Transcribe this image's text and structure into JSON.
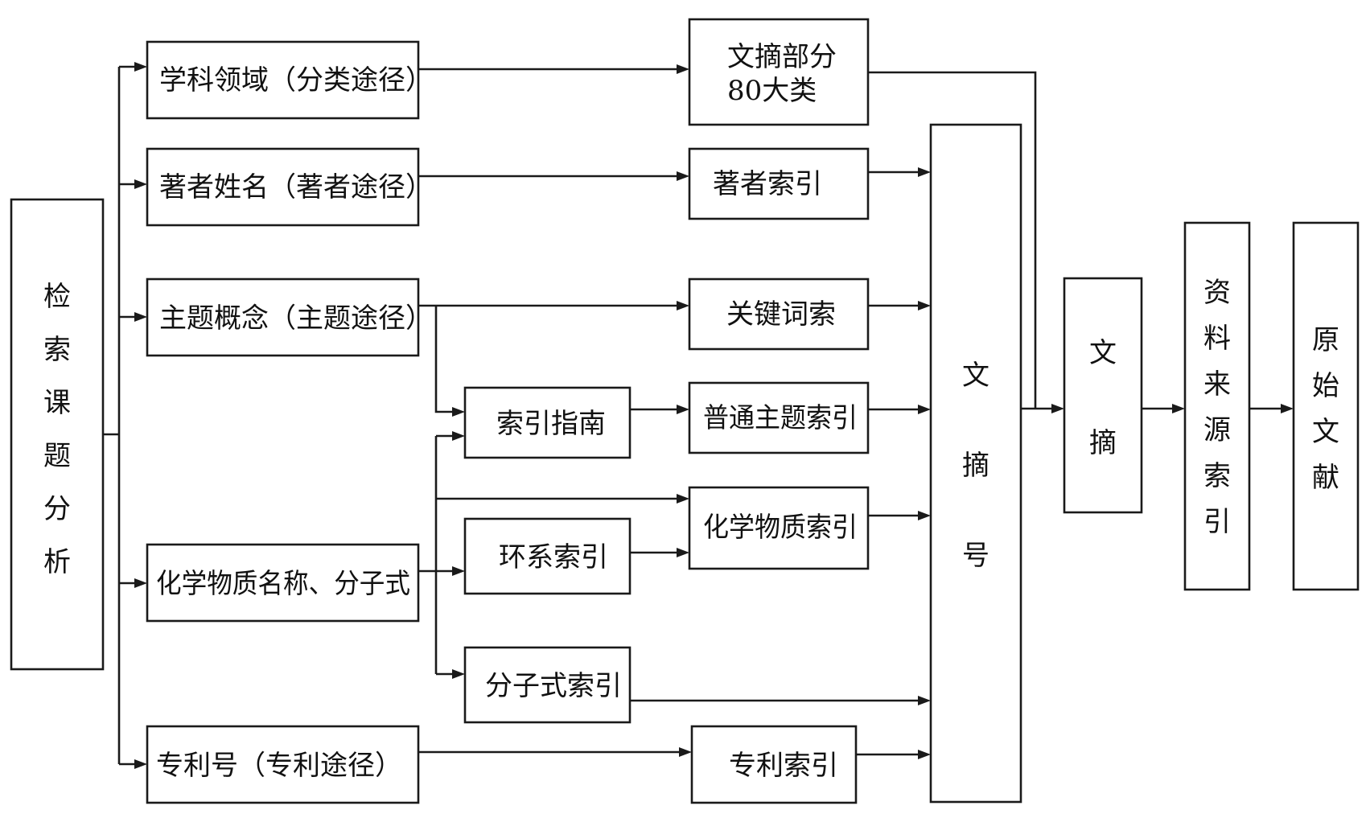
{
  "diagram": {
    "nodes": {
      "analysis": "检索课题分析",
      "subject_field": "学科领域（分类途径）",
      "author_name": "著者姓名（著者途径）",
      "topic_concept": "主题概念（主题途径）",
      "chemical_name": "化学物质名称、分子式",
      "patent_number": "专利号（专利途径）",
      "abstract_section_line1": "文摘部分",
      "abstract_section_line2": "80大类",
      "author_index": "著者索引",
      "keyword_index": "关键词索",
      "index_guide": "索引指南",
      "general_subject_index": "普通主题索引",
      "chemical_substance_index": "化学物质索引",
      "ring_system_index": "环系索引",
      "formula_index": "分子式索引",
      "patent_index": "专利索引",
      "abstract_number": "文摘号",
      "abstract": "文摘",
      "source_index": "资料来源索引",
      "original_document": "原始文献"
    },
    "edges": [
      [
        "analysis",
        "subject_field"
      ],
      [
        "analysis",
        "author_name"
      ],
      [
        "analysis",
        "topic_concept"
      ],
      [
        "analysis",
        "chemical_name"
      ],
      [
        "analysis",
        "patent_number"
      ],
      [
        "subject_field",
        "abstract_section"
      ],
      [
        "author_name",
        "author_index"
      ],
      [
        "topic_concept",
        "keyword_index"
      ],
      [
        "topic_concept",
        "index_guide"
      ],
      [
        "chemical_name",
        "index_guide"
      ],
      [
        "chemical_name",
        "chemical_substance_index"
      ],
      [
        "chemical_name",
        "ring_system_index"
      ],
      [
        "chemical_name",
        "formula_index"
      ],
      [
        "index_guide",
        "general_subject_index"
      ],
      [
        "ring_system_index",
        "chemical_substance_index"
      ],
      [
        "patent_number",
        "patent_index"
      ],
      [
        "author_index",
        "abstract_number"
      ],
      [
        "keyword_index",
        "abstract_number"
      ],
      [
        "general_subject_index",
        "abstract_number"
      ],
      [
        "chemical_substance_index",
        "abstract_number"
      ],
      [
        "formula_index",
        "abstract_number"
      ],
      [
        "patent_index",
        "abstract_number"
      ],
      [
        "abstract_section",
        "abstract"
      ],
      [
        "abstract_number",
        "abstract"
      ],
      [
        "abstract",
        "source_index"
      ],
      [
        "source_index",
        "original_document"
      ]
    ]
  }
}
